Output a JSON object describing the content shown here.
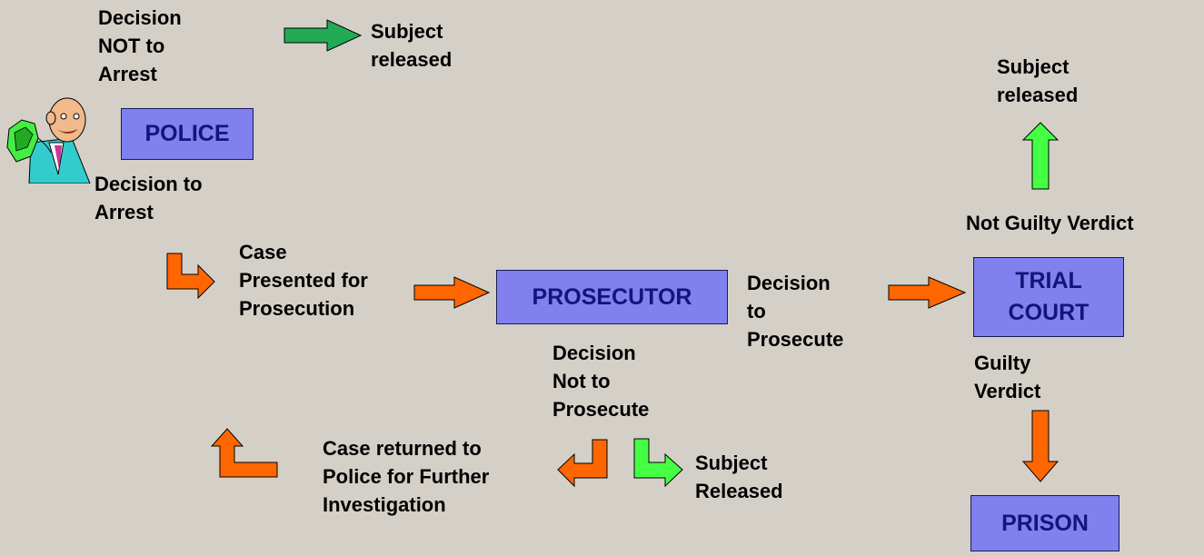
{
  "nodes": {
    "police": "POLICE",
    "prosecutor": "PROSECUTOR",
    "trial_court": [
      "TRIAL",
      "COURT"
    ],
    "prison": "PRISON"
  },
  "labels": {
    "decision_not_to_arrest": [
      "Decision",
      "NOT to",
      "Arrest"
    ],
    "subject_released_top": [
      "Subject",
      "released"
    ],
    "decision_to_arrest": [
      "Decision to",
      "Arrest"
    ],
    "case_presented": [
      "Case",
      "Presented for",
      "Prosecution"
    ],
    "decision_to_prosecute": [
      "Decision",
      "to",
      "Prosecute"
    ],
    "decision_not_to_prosecute": [
      "Decision",
      "Not to",
      "Prosecute"
    ],
    "case_returned": [
      "Case returned to",
      "Police for Further",
      "Investigation"
    ],
    "subject_released_bottom": [
      "Subject",
      "Released"
    ],
    "subject_released_right": [
      "Subject",
      "released"
    ],
    "not_guilty_verdict": "Not Guilty Verdict",
    "guilty_verdict": [
      "Guilty",
      "Verdict"
    ]
  },
  "icons": {
    "officer": "police-officer-clipart-icon"
  },
  "colors": {
    "background": "#d4d0c8",
    "box_fill": "#8080ee",
    "box_text": "#14147a",
    "arrow_orange": "#ff6600",
    "arrow_green_dark": "#22aa55",
    "arrow_green_light": "#44ff44"
  }
}
